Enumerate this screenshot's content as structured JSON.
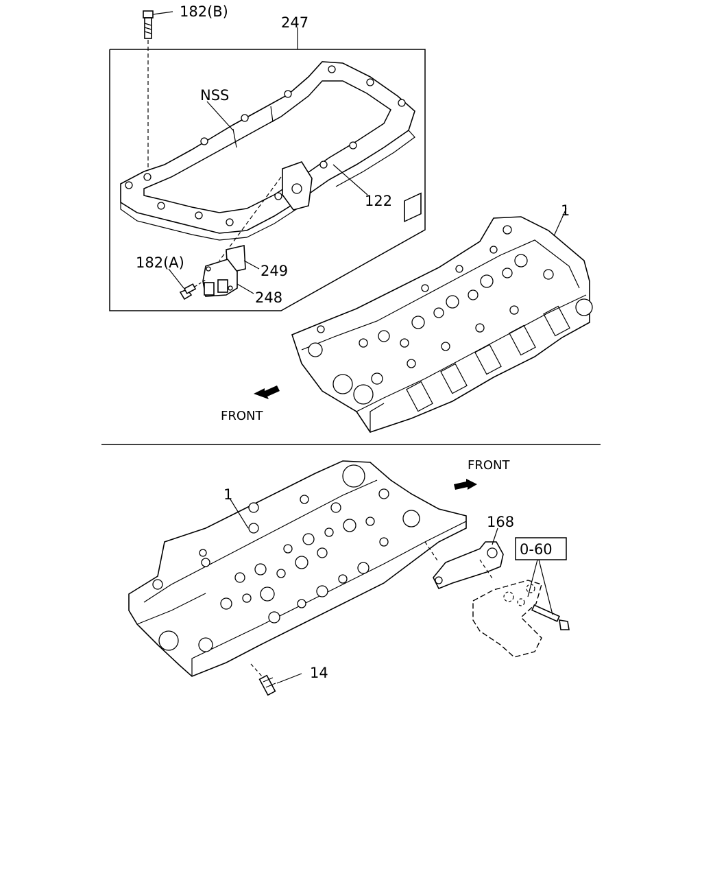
{
  "labels": {
    "p182b": "182(B)",
    "p247": "247",
    "nss": "NSS",
    "p122": "122",
    "p182a": "182(A)",
    "p249": "249",
    "p248": "248",
    "p1_top": "1",
    "front_top": "FRONT",
    "front_bottom": "FRONT",
    "p1_bottom": "1",
    "p168": "168",
    "p060": "0-60",
    "p14": "14"
  }
}
